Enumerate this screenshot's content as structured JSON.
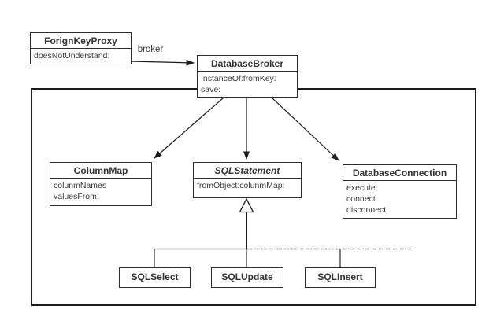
{
  "diagram": {
    "title": "database-broker-class-diagram",
    "labels": {
      "broker": "broker"
    },
    "colors": {
      "line": "#2e2e2e",
      "boundary": "#1c1c1c",
      "text": "#3a3a3a",
      "background": "#ffffff"
    },
    "classes": {
      "forign_key_proxy": {
        "name": "ForignKeyProxy",
        "methods": [
          "doesNotUnderstand:"
        ]
      },
      "database_broker": {
        "name": "DatabaseBroker",
        "methods": [
          "InstanceOf:fromKey:",
          "save:"
        ]
      },
      "column_map": {
        "name": "ColumnMap",
        "methods": [
          "colunmNames",
          "valuesFrom:"
        ]
      },
      "sql_statement": {
        "name": "SQLStatement",
        "abstract": true,
        "methods": [
          "fromObject:colunmMap:"
        ]
      },
      "database_connection": {
        "name": "DatabaseConnection",
        "methods": [
          "execute:",
          "connect",
          "disconnect"
        ]
      },
      "sql_select": {
        "name": "SQLSelect",
        "methods": []
      },
      "sql_update": {
        "name": "SQLUpdate",
        "methods": []
      },
      "sql_insert": {
        "name": "SQLInsert",
        "methods": []
      }
    },
    "relationships": [
      {
        "type": "association",
        "from": "ForignKeyProxy",
        "to": "DatabaseBroker",
        "label": "broker"
      },
      {
        "type": "association",
        "from": "DatabaseBroker",
        "to": "ColumnMap"
      },
      {
        "type": "association",
        "from": "DatabaseBroker",
        "to": "SQLStatement"
      },
      {
        "type": "association",
        "from": "DatabaseBroker",
        "to": "DatabaseConnection"
      },
      {
        "type": "inheritance",
        "from": "SQLSelect",
        "to": "SQLStatement"
      },
      {
        "type": "inheritance",
        "from": "SQLUpdate",
        "to": "SQLStatement"
      },
      {
        "type": "inheritance",
        "from": "SQLInsert",
        "to": "SQLStatement"
      }
    ]
  }
}
